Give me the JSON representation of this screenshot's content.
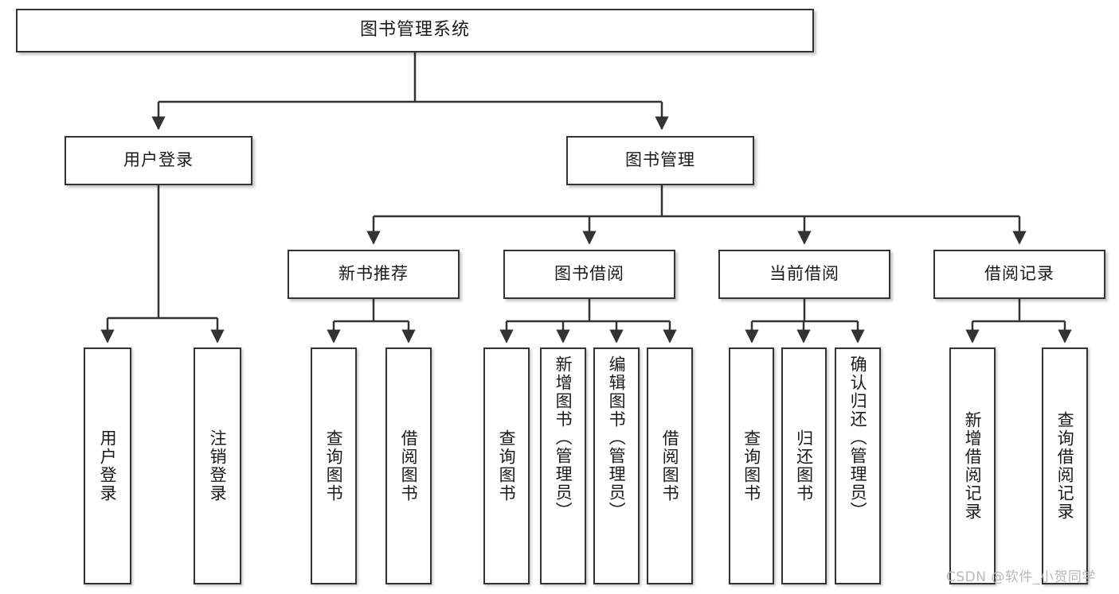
{
  "diagram": {
    "title": "图书管理系统",
    "type": "tree-hierarchy-chart",
    "root": {
      "id": "root",
      "label": "图书管理系统"
    },
    "level2": [
      {
        "id": "user-login",
        "label": "用户登录"
      },
      {
        "id": "book-management",
        "label": "图书管理"
      }
    ],
    "level3": [
      {
        "id": "new-book-recommend",
        "label": "新书推荐"
      },
      {
        "id": "book-borrow",
        "label": "图书借阅"
      },
      {
        "id": "current-borrow",
        "label": "当前借阅"
      },
      {
        "id": "borrow-record",
        "label": "借阅记录"
      }
    ],
    "leaves": {
      "user_login": [
        {
          "id": "leaf-user-login",
          "label": "用户登录"
        },
        {
          "id": "leaf-logout-login",
          "label": "注销登录"
        }
      ],
      "new_book_recommend": [
        {
          "id": "leaf-query-book-1",
          "label": "查询图书"
        },
        {
          "id": "leaf-borrow-book-1",
          "label": "借阅图书"
        }
      ],
      "book_borrow": [
        {
          "id": "leaf-query-book-2",
          "label": "查询图书"
        },
        {
          "id": "leaf-add-book",
          "label": "新增图书（管理员）"
        },
        {
          "id": "leaf-edit-book",
          "label": "编辑图书（管理员）"
        },
        {
          "id": "leaf-borrow-book-2",
          "label": "借阅图书"
        }
      ],
      "current_borrow": [
        {
          "id": "leaf-query-book-3",
          "label": "查询图书"
        },
        {
          "id": "leaf-return-book",
          "label": "归还图书"
        },
        {
          "id": "leaf-confirm-return",
          "label": "确认归还（管理员）"
        }
      ],
      "borrow_record": [
        {
          "id": "leaf-add-record",
          "label": "新增借阅记录"
        },
        {
          "id": "leaf-query-record",
          "label": "查询借阅记录"
        }
      ]
    }
  },
  "watermark": {
    "text": "CSDN @软件_小贺同学"
  },
  "colors": {
    "border": "#333333",
    "background": "#ffffff",
    "text": "#1a1a1a",
    "watermark": "#b9b9b9"
  }
}
